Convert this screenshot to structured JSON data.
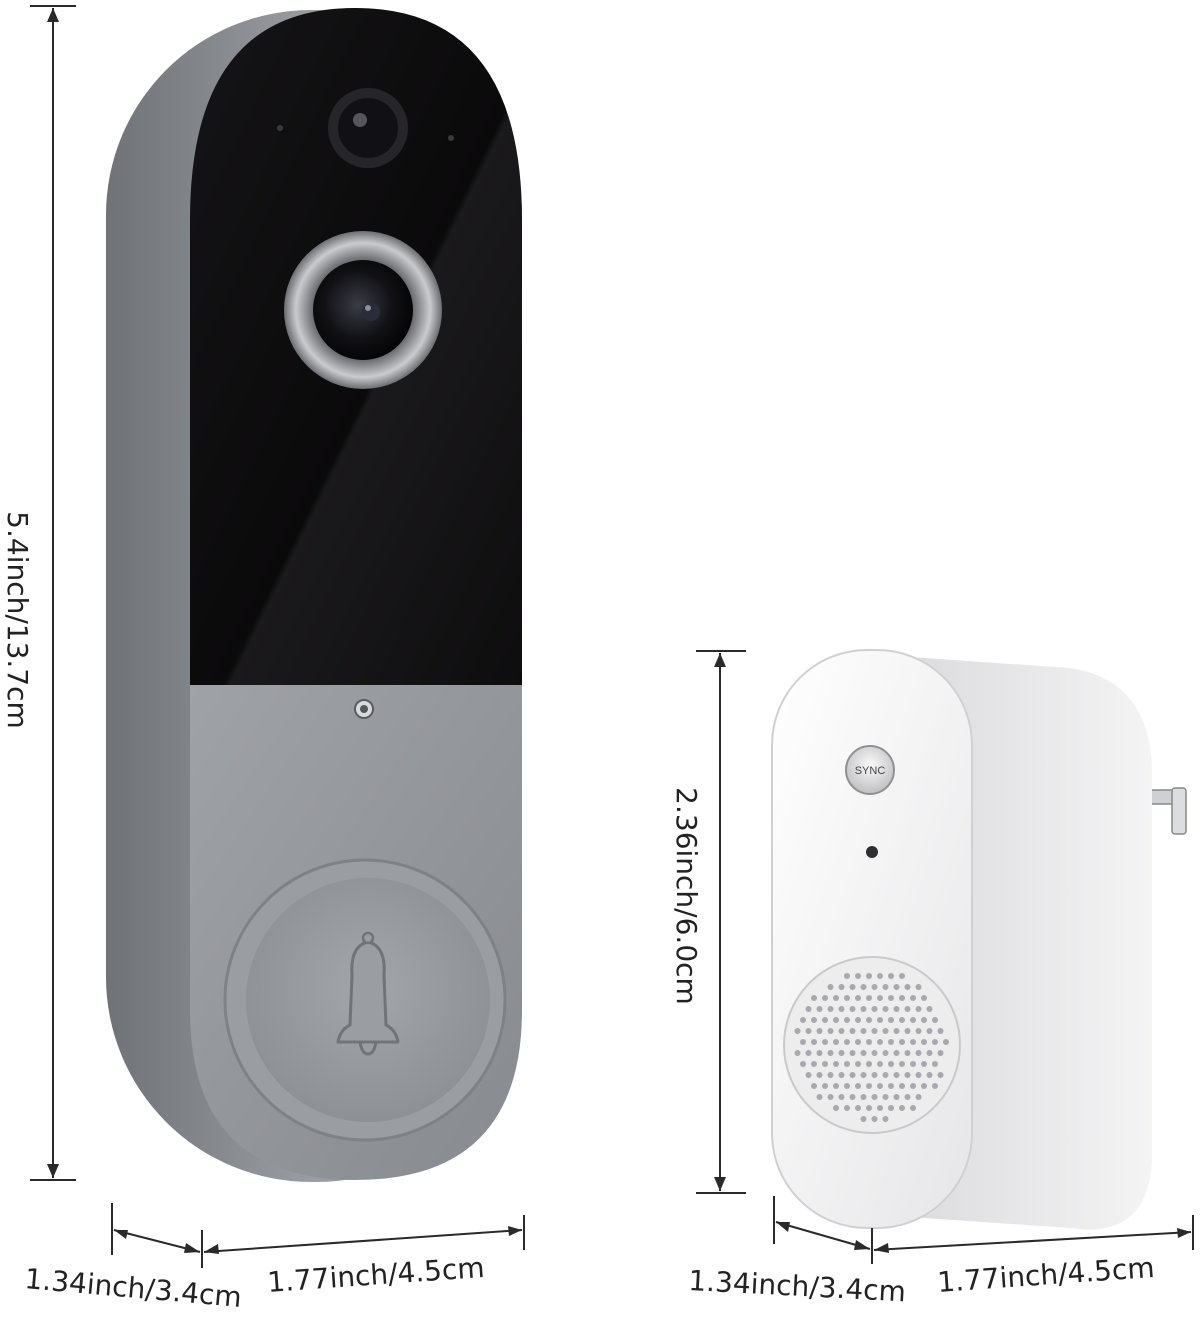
{
  "doorbell": {
    "height_label": "5.4inch/13.7cm",
    "depth_label": "1.34inch/3.4cm",
    "width_label": "1.77inch/4.5cm"
  },
  "chime": {
    "height_label": "2.36inch/6.0cm",
    "depth_label": "1.34inch/3.4cm",
    "width_label": "1.77inch/4.5cm",
    "sync_button_label": "SYNC"
  },
  "colors": {
    "doorbell_body": "#8e9196",
    "doorbell_face": "#0d0c0d",
    "chime_body": "#eeeeef",
    "dimension_line": "#2a2a2a"
  }
}
